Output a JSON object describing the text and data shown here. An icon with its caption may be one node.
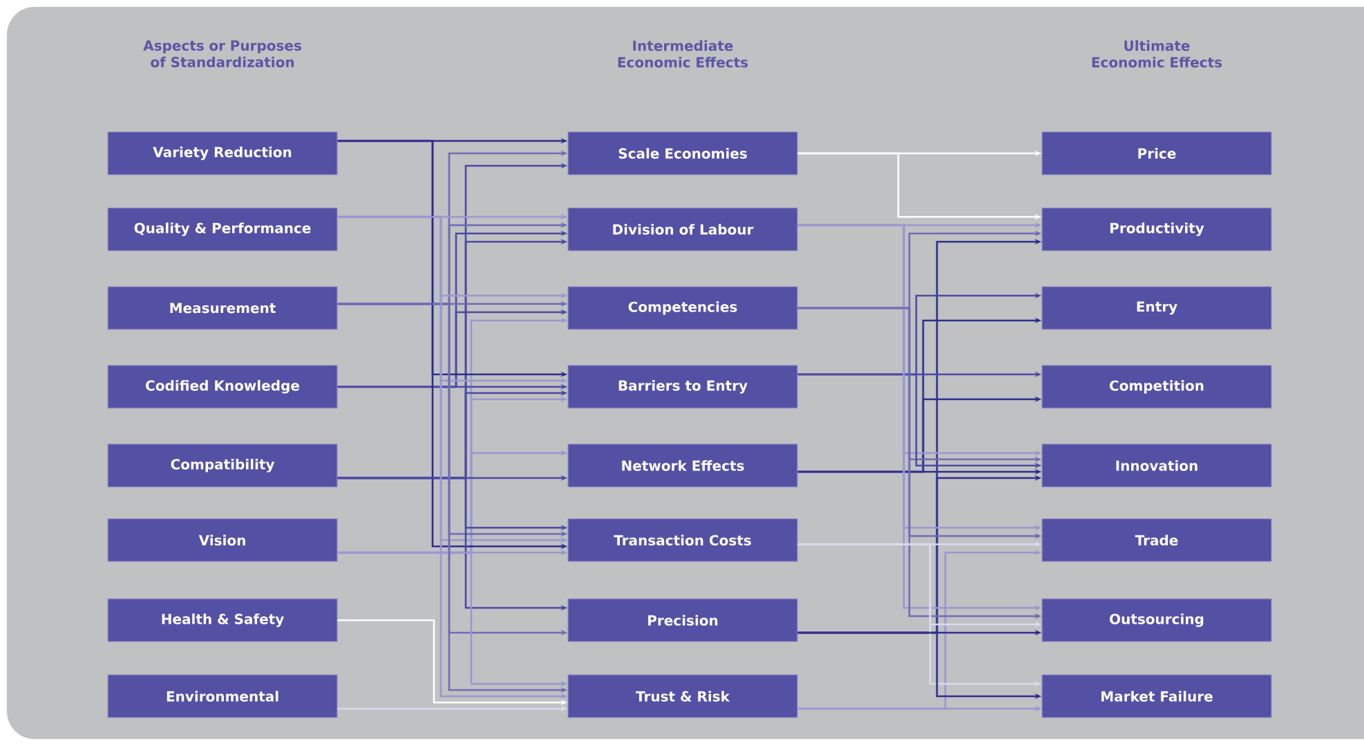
{
  "diagram": {
    "nodes": [
      {
        "text": [
          "Variety Reduction"
        ]
      },
      {
        "text": [
          "Quality & Performance"
        ]
      },
      {
        "text": [
          "Measurement"
        ]
      },
      {
        "text": [
          "Codified Knowledge"
        ]
      },
      {
        "text": [
          "Compatibility"
        ]
      },
      {
        "text": [
          "Vision"
        ]
      },
      {
        "text": [
          "Health & Safety"
        ]
      },
      {
        "text": [
          "Environmental"
        ]
      },
      {
        "text": [
          "Scale Economies"
        ]
      },
      {
        "text": [
          "Division of Labour"
        ]
      },
      {
        "text": [
          "Competencies"
        ]
      },
      {
        "text": [
          "Barriers to Entry"
        ]
      },
      {
        "text": [
          "Network Effects"
        ]
      },
      {
        "text": [
          "Transaction Costs"
        ]
      },
      {
        "text": [
          "Precision"
        ]
      },
      {
        "text": [
          "Trust & Risk"
        ]
      },
      {
        "text": [
          "Price"
        ]
      },
      {
        "text": [
          "Productivity"
        ]
      },
      {
        "text": [
          "Entry"
        ]
      },
      {
        "text": [
          "Competition"
        ]
      },
      {
        "text": [
          "Innovation"
        ]
      },
      {
        "text": [
          "Trade"
        ]
      },
      {
        "text": [
          "Outsourcing"
        ]
      },
      {
        "text": [
          "Market Failure"
        ]
      }
    ],
    "edges": [
      {
        "from": 0,
        "to": 8,
        "arrow": "to",
        "color": "#2e2d8e"
      },
      {
        "from": 2,
        "to": 8,
        "arrow": "to"
      },
      {
        "from": 4,
        "to": 8,
        "arrow": "to",
        "color": "#4b49a3"
      },
      {
        "from": 1,
        "to": 9,
        "arrow": "to",
        "color": "#9a97d0"
      },
      {
        "from": 2,
        "to": 9,
        "arrow": "to"
      },
      {
        "from": 3,
        "to": 9,
        "arrow": "to",
        "color": "#4b49a3"
      },
      {
        "from": 4,
        "to": 9,
        "arrow": "to",
        "color": "#4b49a3"
      },
      {
        "from": 1,
        "to": 10,
        "arrow": "to",
        "color": "#9a97d0"
      },
      {
        "from": 2,
        "to": 10,
        "arrow": "to"
      },
      {
        "from": 3,
        "to": 10,
        "arrow": "to",
        "color": "#4b49a3"
      },
      {
        "from": 5,
        "to": 10,
        "arrow": "to",
        "color": "#9a97d0"
      },
      {
        "from": 0,
        "to": 11,
        "arrow": "to",
        "color": "#2e2d8e"
      },
      {
        "from": 1,
        "to": 11,
        "arrow": "to",
        "color": "#9a97d0"
      },
      {
        "from": 3,
        "to": 11,
        "arrow": "to",
        "color": "#4b49a3"
      },
      {
        "from": 4,
        "to": 11,
        "arrow": "to",
        "color": "#4b49a3"
      },
      {
        "from": 5,
        "to": 11,
        "arrow": "to",
        "color": "#9a97d0"
      },
      {
        "from": 5,
        "to": 12,
        "arrow": "to",
        "color": "#9a97d0"
      },
      {
        "from": 4,
        "to": 12,
        "arrow": "to",
        "color": "#4b49a3"
      },
      {
        "from": 4,
        "to": 13,
        "arrow": "to",
        "color": "#4b49a3"
      },
      {
        "from": 2,
        "to": 13,
        "arrow": "to"
      },
      {
        "from": 1,
        "to": 13,
        "arrow": "to",
        "color": "#9a97d0"
      },
      {
        "from": 0,
        "to": 13,
        "arrow": "to",
        "color": "#2e2d8e"
      },
      {
        "from": 5,
        "to": 13,
        "arrow": "to",
        "color": "#9a97d0"
      },
      {
        "from": 4,
        "to": 14,
        "arrow": "to",
        "color": "#4b49a3"
      },
      {
        "from": 2,
        "to": 14,
        "arrow": "to"
      },
      {
        "from": 5,
        "to": 15,
        "arrow": "to",
        "color": "#9a97d0"
      },
      {
        "from": 2,
        "to": 15,
        "arrow": "to"
      },
      {
        "from": 1,
        "to": 15,
        "arrow": "to",
        "color": "#9a97d0"
      },
      {
        "from": 6,
        "to": 15,
        "arrow": "to",
        "color": "#ffffff"
      },
      {
        "from": 7,
        "to": 15,
        "arrow": "to",
        "color": "#dcdaf0"
      },
      {
        "from": 8,
        "to": 16,
        "arrow": "to",
        "color": "#ffffff"
      },
      {
        "from": 8,
        "to": 17,
        "arrow": "to",
        "color": "#ffffff"
      },
      {
        "from": 9,
        "to": 17,
        "arrow": "to",
        "color": "#9a97d0"
      },
      {
        "from": 10,
        "to": 17,
        "arrow": "to"
      },
      {
        "from": 14,
        "to": 17,
        "arrow": "to",
        "color": "#2e2d8e"
      },
      {
        "from": 11,
        "to": 18,
        "arrow": "to",
        "color": "#4b49a3"
      },
      {
        "from": 12,
        "to": 18,
        "arrow": "to",
        "color": "#2e2d8e"
      },
      {
        "from": 11,
        "to": 19,
        "arrow": "to",
        "color": "#4b49a3"
      },
      {
        "from": 12,
        "to": 19,
        "arrow": "to",
        "color": "#2e2d8e"
      },
      {
        "from": 9,
        "to": 20,
        "arrow": "to",
        "color": "#9a97d0"
      },
      {
        "from": 10,
        "to": 20,
        "arrow": "to"
      },
      {
        "from": 11,
        "to": 20,
        "arrow": "to",
        "color": "#4b49a3"
      },
      {
        "from": 12,
        "to": 20,
        "arrow": "to",
        "color": "#2e2d8e"
      },
      {
        "from": 14,
        "to": 20,
        "arrow": "to",
        "color": "#2e2d8e"
      },
      {
        "from": 9,
        "to": 21,
        "arrow": "to",
        "color": "#9a97d0"
      },
      {
        "from": 10,
        "to": 21,
        "arrow": "to"
      },
      {
        "from": 13,
        "to": 21,
        "arrow": "to",
        "color": "#dcdaf0"
      },
      {
        "from": 15,
        "to": 21,
        "arrow": "to",
        "color": "#9a97d0"
      },
      {
        "from": 9,
        "to": 22,
        "arrow": "to",
        "color": "#9a97d0"
      },
      {
        "from": 10,
        "to": 22,
        "arrow": "to"
      },
      {
        "from": 13,
        "to": 22,
        "arrow": "to",
        "color": "#dcdaf0"
      },
      {
        "from": 14,
        "to": 22,
        "arrow": "to",
        "color": "#2e2d8e"
      },
      {
        "from": 13,
        "to": 23,
        "arrow": "to",
        "color": "#dcdaf0"
      },
      {
        "from": 14,
        "to": 23,
        "arrow": "to",
        "color": "#2e2d8e"
      },
      {
        "from": 15,
        "to": 23,
        "arrow": "to",
        "color": "#9a97d0"
      }
    ],
    "labels": [
      "Aspects or Purposes of Standardization",
      "Intermediate Economic Effects",
      "Ultimate Economic Effects"
    ]
  }
}
